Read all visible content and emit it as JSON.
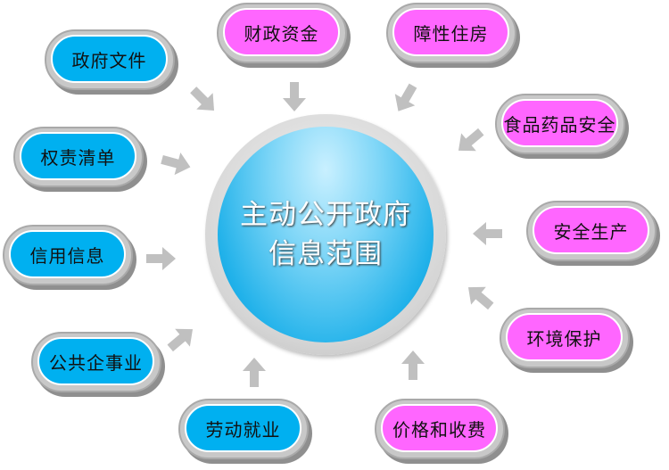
{
  "center": {
    "line1": "主动公开政府",
    "line2": "信息范围"
  },
  "colors": {
    "blue": "#00b0f0",
    "pink": "#ff66ff",
    "arrow": "#c0c0c0"
  },
  "items": [
    {
      "label": "政府文件",
      "color": "blue"
    },
    {
      "label": "财政资金",
      "color": "pink"
    },
    {
      "label": "障性住房",
      "color": "pink"
    },
    {
      "label": "食品药品安全",
      "color": "pink"
    },
    {
      "label": "权责清单",
      "color": "blue"
    },
    {
      "label": "安全生产",
      "color": "pink"
    },
    {
      "label": "信用信息",
      "color": "blue"
    },
    {
      "label": "环境保护",
      "color": "pink"
    },
    {
      "label": "公共企事业",
      "color": "blue"
    },
    {
      "label": "劳动就业",
      "color": "blue"
    },
    {
      "label": "价格和收费",
      "color": "pink"
    }
  ]
}
